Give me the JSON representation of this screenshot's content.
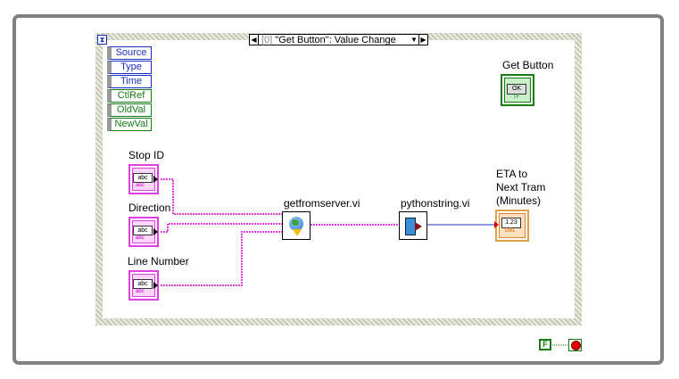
{
  "event_structure": {
    "case_label": "\"Get Button\": Value Change",
    "case_index": "[0]",
    "prev_arrow": "◀",
    "next_arrow": "▶",
    "dropdown": "▼",
    "event_data_nodes": [
      "Source",
      "Type",
      "Time",
      "CtlRef",
      "OldVal",
      "NewVal"
    ]
  },
  "controls": {
    "stop_id": {
      "label": "Stop ID",
      "type_text": "abc"
    },
    "direction": {
      "label": "Direction",
      "type_text": "abc"
    },
    "line_number": {
      "label": "Line Number",
      "type_text": "abc"
    },
    "get_button": {
      "label": "Get Button",
      "button_text": "OK",
      "type_text": "TF"
    }
  },
  "indicators": {
    "eta": {
      "label_lines": [
        "ETA to",
        "Next Tram",
        "(Minutes)"
      ],
      "value_text": "1.23",
      "type_text": "DBL"
    }
  },
  "subvis": {
    "getfromserver": {
      "label": "getfromserver.vi",
      "icon": "globe-download-icon"
    },
    "pythonstring": {
      "label": "pythonstring.vi",
      "icon": "door-exit-icon"
    }
  },
  "loop": {
    "false_constant": "F",
    "stop_icon": "stop-icon"
  },
  "colors": {
    "string_wire": "#e040e0",
    "numeric_wire": "#1a2fbf",
    "boolean": "#167a16",
    "dbl": "#e08030",
    "loop_border": "#808080"
  }
}
